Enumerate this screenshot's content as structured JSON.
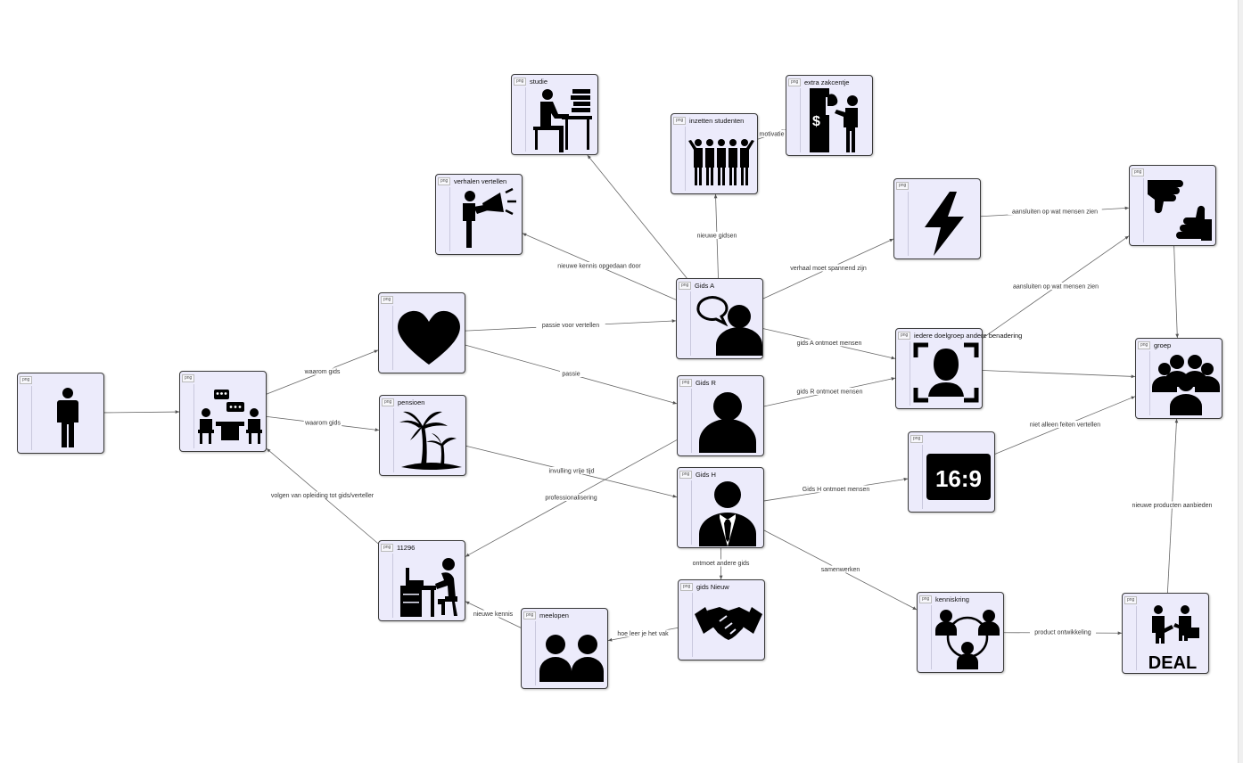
{
  "diagram": {
    "nodes": [
      {
        "id": "person",
        "title": "",
        "badge": "png",
        "icon": "person-standing-icon"
      },
      {
        "id": "meeting",
        "title": "",
        "badge": "png",
        "icon": "people-meeting-icon"
      },
      {
        "id": "heart",
        "title": "",
        "badge": "png",
        "icon": "heart-icon"
      },
      {
        "id": "pensioen",
        "title": "pensioen",
        "badge": "png",
        "icon": "palm-island-icon"
      },
      {
        "id": "n11296",
        "title": "11296",
        "badge": "png",
        "icon": "desk-worker-icon"
      },
      {
        "id": "meelopen",
        "title": "meelopen",
        "badge": "png",
        "icon": "two-users-icon"
      },
      {
        "id": "verhalen",
        "title": "verhalen vertellen",
        "badge": "png",
        "icon": "megaphone-speaker-icon"
      },
      {
        "id": "studie",
        "title": "studie",
        "badge": "png",
        "icon": "study-desk-icon"
      },
      {
        "id": "inzetten",
        "title": "inzetten studenten",
        "badge": "png",
        "icon": "crowd-cheering-icon"
      },
      {
        "id": "extra",
        "title": "extra zakcentje",
        "badge": "png",
        "icon": "atm-money-icon"
      },
      {
        "id": "gidsA",
        "title": "Gids A",
        "badge": "png",
        "icon": "user-speech-icon"
      },
      {
        "id": "gidsR",
        "title": "Gids R",
        "badge": "png",
        "icon": "user-icon"
      },
      {
        "id": "gidsH",
        "title": "Gids H",
        "badge": "png",
        "icon": "businessman-icon"
      },
      {
        "id": "gidsNieuw",
        "title": "gids Nieuw",
        "badge": "png",
        "icon": "handshake-icon"
      },
      {
        "id": "lightning",
        "title": "",
        "badge": "png",
        "icon": "lightning-icon"
      },
      {
        "id": "doelgroep",
        "title": "iedere doelgroep andere benadering",
        "badge": "png",
        "icon": "face-scan-icon"
      },
      {
        "id": "ratio",
        "title": "",
        "badge": "png",
        "icon": "aspect-16-9-icon"
      },
      {
        "id": "kenniskring",
        "title": "kenniskring",
        "badge": "png",
        "icon": "people-network-icon"
      },
      {
        "id": "thumbs",
        "title": "",
        "badge": "png",
        "icon": "thumbs-up-down-icon"
      },
      {
        "id": "groep",
        "title": "groep",
        "badge": "png",
        "icon": "group-people-icon"
      },
      {
        "id": "deal",
        "title": "",
        "badge": "png",
        "icon": "deal-icon"
      }
    ],
    "edges": [
      {
        "from": "person",
        "to": "meeting",
        "label": ""
      },
      {
        "from": "meeting",
        "to": "heart",
        "label": "waarom gids"
      },
      {
        "from": "meeting",
        "to": "pensioen",
        "label": "waarom gids"
      },
      {
        "from": "n11296",
        "to": "meeting",
        "label": "volgen van opleiding tot gids/verteller"
      },
      {
        "from": "heart",
        "to": "gidsA",
        "label": "passie voor vertellen"
      },
      {
        "from": "heart",
        "to": "gidsR",
        "label": "passie"
      },
      {
        "from": "pensioen",
        "to": "gidsH",
        "label": "invulling vrije tijd"
      },
      {
        "from": "gidsR",
        "to": "n11296",
        "label": "professionalisering"
      },
      {
        "from": "meelopen",
        "to": "n11296",
        "label": "nieuwe kennis"
      },
      {
        "from": "gidsNieuw",
        "to": "meelopen",
        "label": "hoe leer je het vak"
      },
      {
        "from": "gidsH",
        "to": "gidsNieuw",
        "label": "ontmoet andere gids"
      },
      {
        "from": "gidsA",
        "to": "verhalen",
        "label": "nieuwe kennis opgedaan door"
      },
      {
        "from": "gidsA",
        "to": "studie",
        "label": ""
      },
      {
        "from": "gidsA",
        "to": "inzetten",
        "label": "nieuwe gidsen"
      },
      {
        "from": "inzetten",
        "to": "extra",
        "label": "motivatie"
      },
      {
        "from": "gidsA",
        "to": "lightning",
        "label": "verhaal moet spannend zijn"
      },
      {
        "from": "gidsA",
        "to": "doelgroep",
        "label": "gids A ontmoet mensen"
      },
      {
        "from": "gidsR",
        "to": "doelgroep",
        "label": "gids R ontmoet mensen"
      },
      {
        "from": "gidsH",
        "to": "ratio",
        "label": "Gids H ontmoet mensen"
      },
      {
        "from": "gidsH",
        "to": "kenniskring",
        "label": "samenwerken"
      },
      {
        "from": "lightning",
        "to": "thumbs",
        "label": "aansluiten op wat mensen zien"
      },
      {
        "from": "doelgroep",
        "to": "thumbs",
        "label": "aansluiten op wat mensen zien"
      },
      {
        "from": "doelgroep",
        "to": "groep",
        "label": ""
      },
      {
        "from": "ratio",
        "to": "groep",
        "label": "niet alleen feiten vertellen"
      },
      {
        "from": "thumbs",
        "to": "groep",
        "label": ""
      },
      {
        "from": "kenniskring",
        "to": "deal",
        "label": "product ontwikkeling"
      },
      {
        "from": "deal",
        "to": "groep",
        "label": "nieuwe producten aanbieden"
      }
    ]
  }
}
